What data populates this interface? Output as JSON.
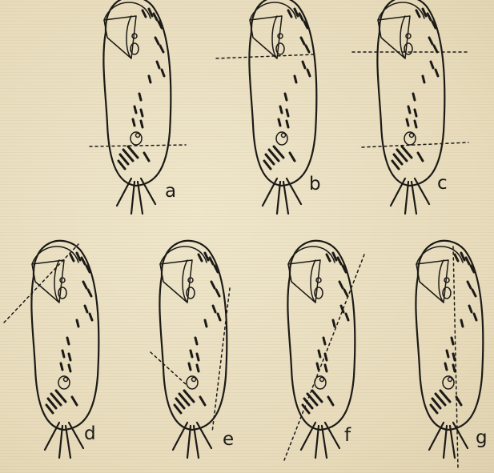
{
  "figure": {
    "panels": [
      {
        "label": "a"
      },
      {
        "label": "b"
      },
      {
        "label": "c"
      },
      {
        "label": "d"
      },
      {
        "label": "e"
      },
      {
        "label": "f"
      },
      {
        "label": "g"
      }
    ]
  },
  "colors": {
    "ink": "#1c1a17",
    "paper": "#ebe0c3"
  }
}
